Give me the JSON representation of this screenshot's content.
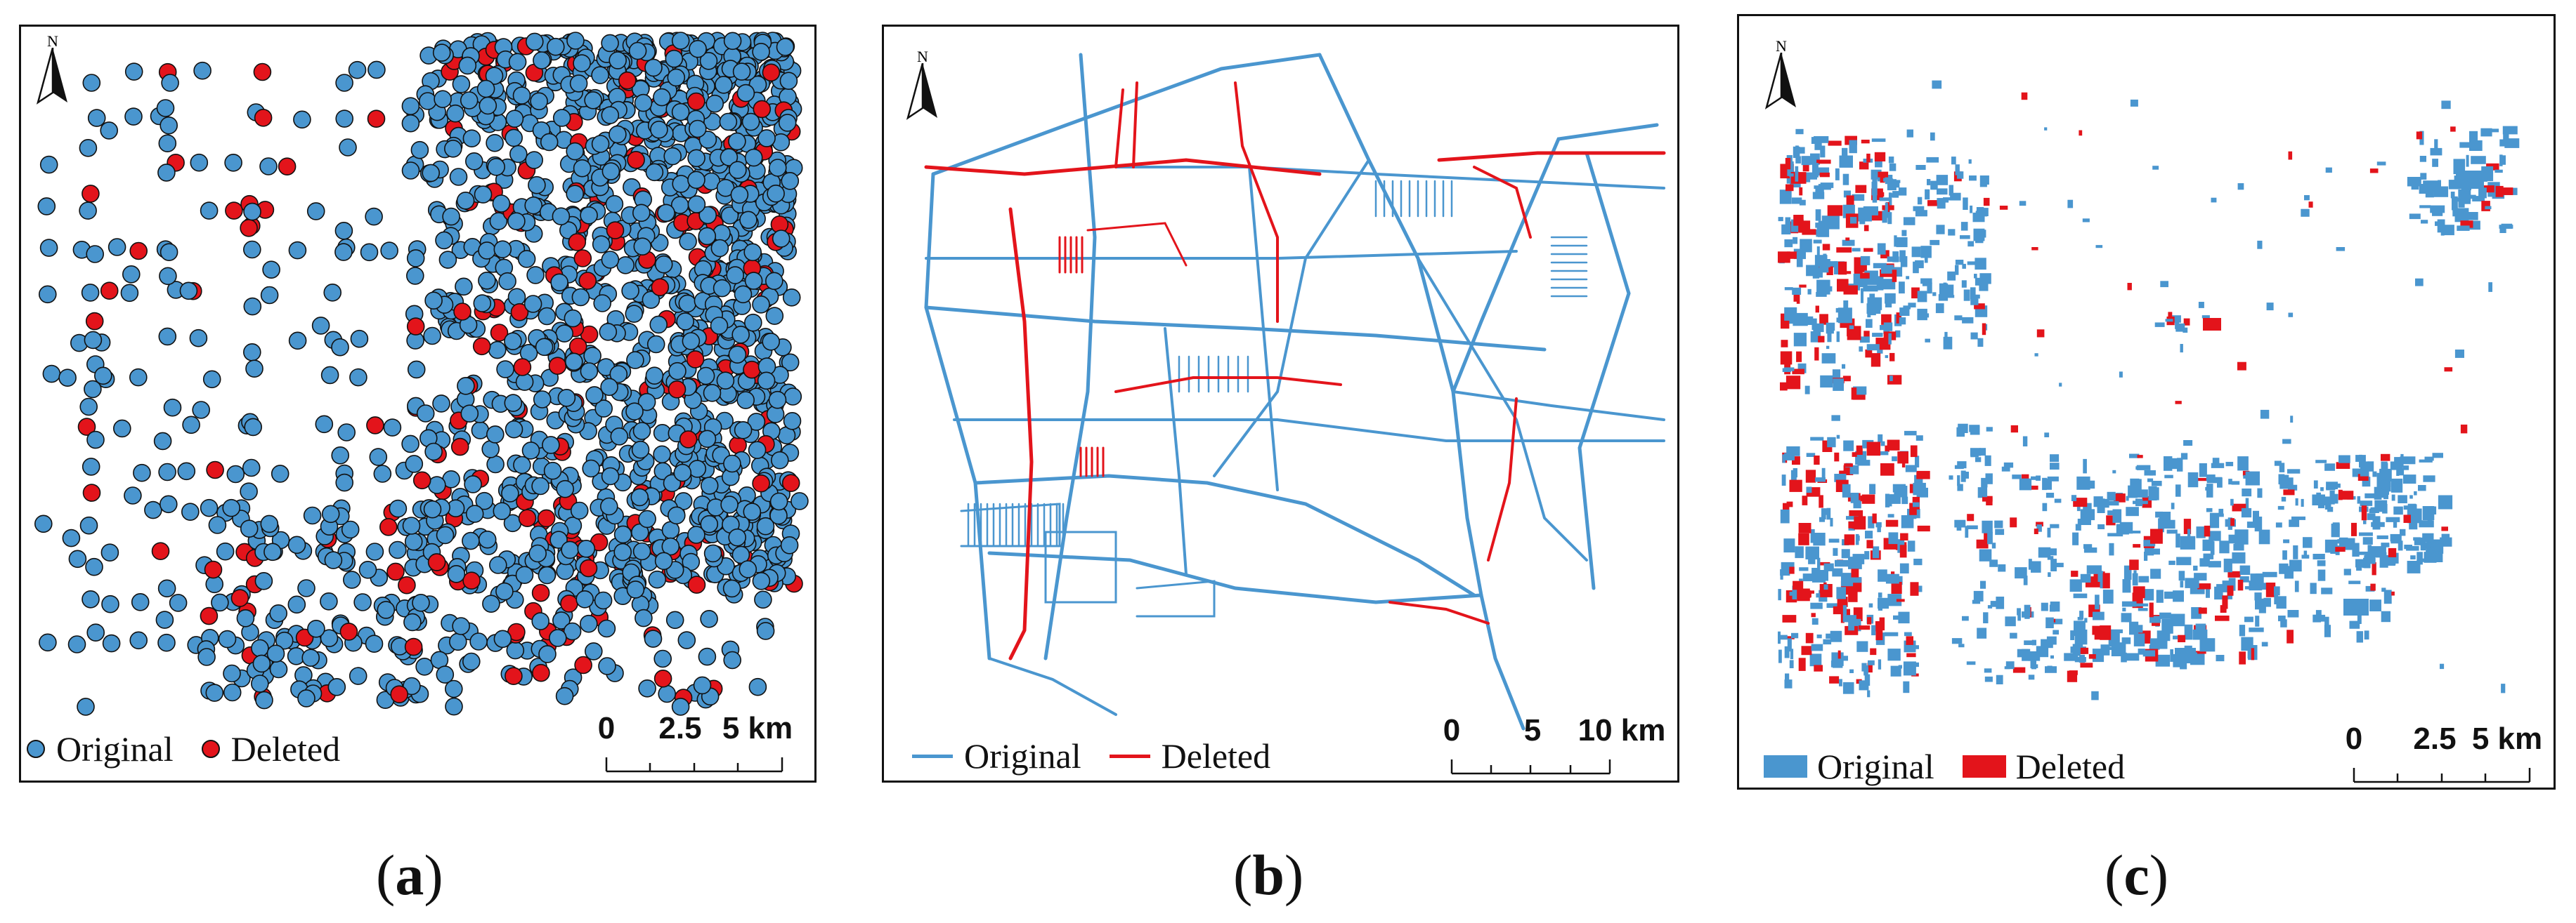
{
  "panels": {
    "a": {
      "caption_letter": "a",
      "north_label": "N",
      "legend": {
        "original": "Original",
        "deleted": "Deleted"
      },
      "scale": {
        "ticks": [
          "0",
          "2.5",
          "5 km"
        ]
      }
    },
    "b": {
      "caption_letter": "b",
      "north_label": "N",
      "legend": {
        "original": "Original",
        "deleted": "Deleted"
      },
      "scale": {
        "ticks": [
          "0",
          "5",
          "10 km"
        ]
      }
    },
    "c": {
      "caption_letter": "c",
      "north_label": "N",
      "legend": {
        "original": "Original",
        "deleted": "Deleted"
      },
      "scale": {
        "ticks": [
          "0",
          "2.5",
          "5 km"
        ]
      }
    }
  },
  "colors": {
    "original": "#4a96cf",
    "deleted": "#e3141b",
    "outline": "#111111"
  }
}
